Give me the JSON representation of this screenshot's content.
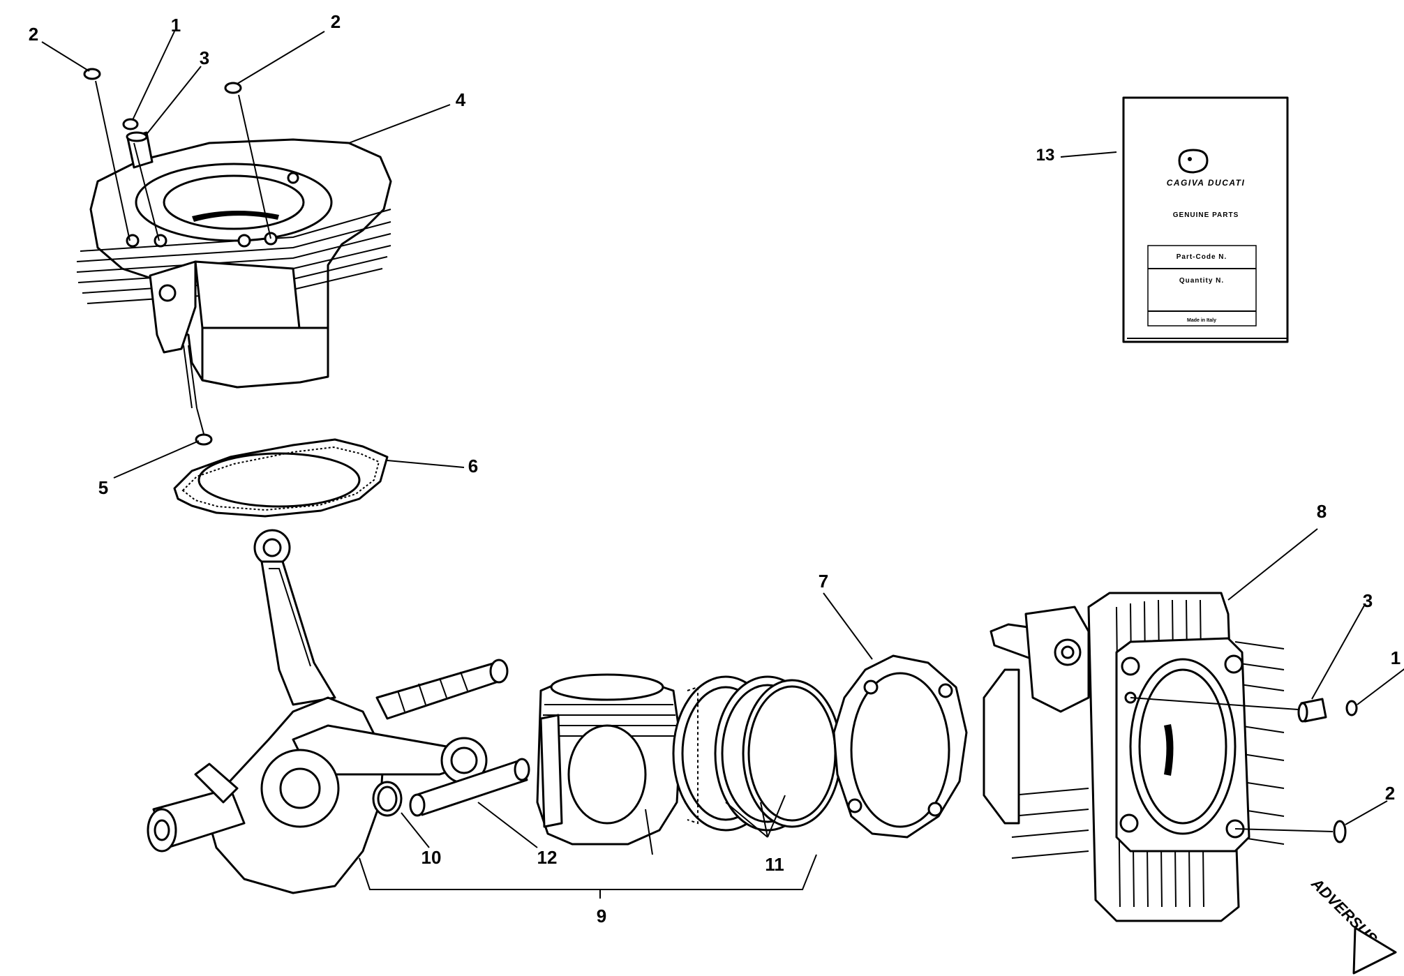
{
  "callouts": {
    "c1_top": "1",
    "c2_top_left": "2",
    "c2_top_right": "2",
    "c3_top": "3",
    "c4": "4",
    "c5": "5",
    "c6": "6",
    "c7": "7",
    "c8": "8",
    "c9": "9",
    "c10": "10",
    "c11": "11",
    "c12": "12",
    "c13": "13",
    "c3_right": "3",
    "c1_right": "1",
    "c2_right": "2"
  },
  "parts_card": {
    "brand": "CAGIVA DUCATI",
    "subtitle": "GENUINE PARTS",
    "part_code_label": "Part-Code N.",
    "quantity_label": "Quantity N.",
    "origin": "Made in Italy"
  },
  "watermark": {
    "text": "ADVERSUS"
  }
}
